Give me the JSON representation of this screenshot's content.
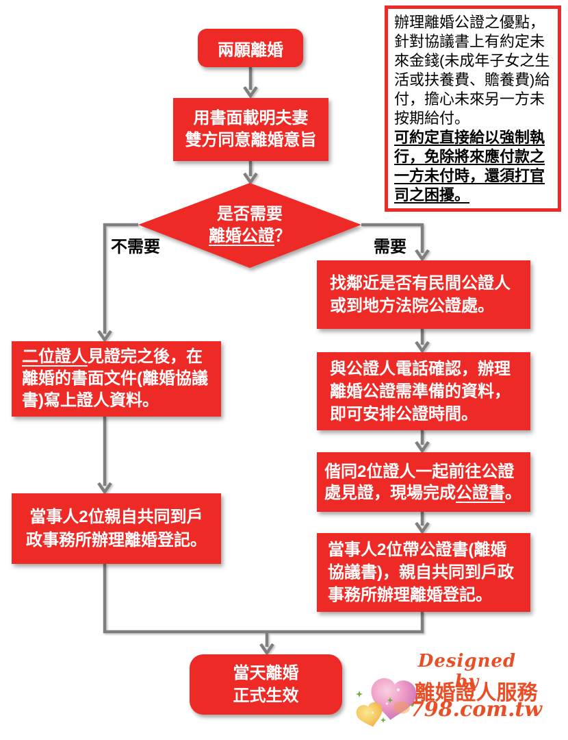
{
  "colors": {
    "box_red": "#EE2A26",
    "line_gray": "#7F7F7F",
    "note_border_red": "#EE2A26",
    "branch_label_black": "#000000",
    "box_text_white": "#FFFFFF",
    "credit_orange": "#E94F26"
  },
  "flow": {
    "start_label": "兩願離婚",
    "written_lines": [
      "用書面載明夫妻",
      "雙方同意離婚意旨"
    ],
    "decision": {
      "line1": "是否需要",
      "underlined": "離婚公證",
      "suffix": "？"
    },
    "branch_no_label": "不需要",
    "branch_yes_label": "需要",
    "left1": {
      "underlined": "二位證人",
      "rest": "見證完之後，在",
      "line2": "離婚的書面文件(離婚協議",
      "line3": "書)寫上證人資料。"
    },
    "left2_lines": [
      "當事人2位親自共同到戶",
      "政事務所辦理離婚登記。"
    ],
    "right1_lines": [
      "找鄰近是否有民間公證人",
      "或到地方法院公證處。"
    ],
    "right2_lines": [
      "與公證人電話確認，辦理",
      "離婚公證需準備的資料，",
      "即可安排公證時間。"
    ],
    "right3": {
      "line1": "偕同2位證人一起前往公證",
      "line2_prefix": "處見證，現場完成",
      "underlined": "公證書",
      "suffix": "。"
    },
    "right4_lines": [
      "當事人2位帶公證書(離婚",
      "協議書)，親自共同到戶政",
      "事務所辦理離婚登記。"
    ],
    "end_lines": [
      "當天離婚",
      "正式生效"
    ]
  },
  "note": {
    "normal_lines": [
      "辦理離婚公證之優點，",
      "針對協議書上有約定未",
      "來金錢(未成年子女之生",
      "活或扶養費、贍養費)給",
      "付，擔心未來另一方未",
      "按期給付。"
    ],
    "bold_underline_lines": [
      "可約定直接給以強制執",
      "行，免除將來應付款之",
      "一方未付時，還須打官",
      "司之困擾。"
    ]
  },
  "credit": {
    "designed_by": "Designed by",
    "brand": "離婚證人服務",
    "site": "798.com.tw"
  }
}
